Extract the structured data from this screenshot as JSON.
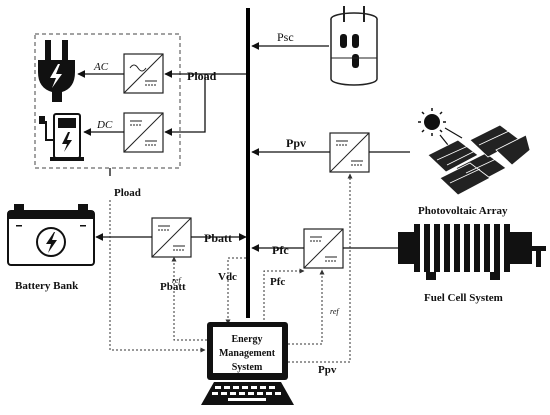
{
  "labels": {
    "p_sc": "Psc",
    "p_load_top": "Pload",
    "ac": "AC",
    "dc": "DC",
    "p_pv_top": "Ppv",
    "p_load_left": "Pload",
    "p_batt": "Pbatt",
    "p_fc_top": "Pfc",
    "v_dc": "Vdc",
    "p_fc_ref": "Pfc",
    "ref_mid": "ref",
    "p_batt_ref": "Pbatt",
    "ref_batt_sup": "ref",
    "p_pv_bottom": "Ppv"
  },
  "blocks": {
    "photovoltaic_array": "Photovoltaic Array",
    "battery_bank": "Battery Bank",
    "fuel_cell_system": "Fuel Cell System",
    "ems_line1": "Energy",
    "ems_line2": "Management",
    "ems_line3": "System"
  },
  "colors": {
    "line": "#111111",
    "icon_fill": "#111111",
    "background": "#ffffff"
  }
}
